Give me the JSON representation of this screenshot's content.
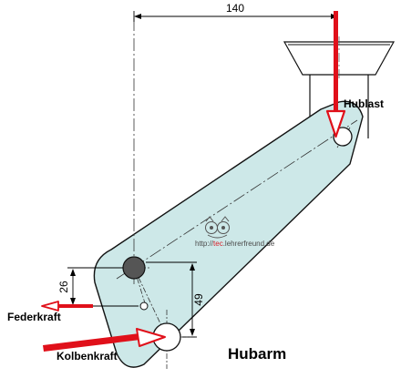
{
  "dimensions": {
    "horizontal_distance": "140",
    "vertical_spring_offset": "26",
    "vertical_piston_offset": "49"
  },
  "forces": {
    "lift_load": "Hublast",
    "spring_force": "Federkraft",
    "piston_force": "Kolbenkraft"
  },
  "part": {
    "title": "Hubarm"
  },
  "watermark": {
    "prefix": "http://",
    "accent": "tec",
    "suffix": ".lehrerfreund.de"
  },
  "colors": {
    "part_fill": "#cde8e8",
    "force_arrow": "#e0101a",
    "pivot_fill": "#555555"
  }
}
